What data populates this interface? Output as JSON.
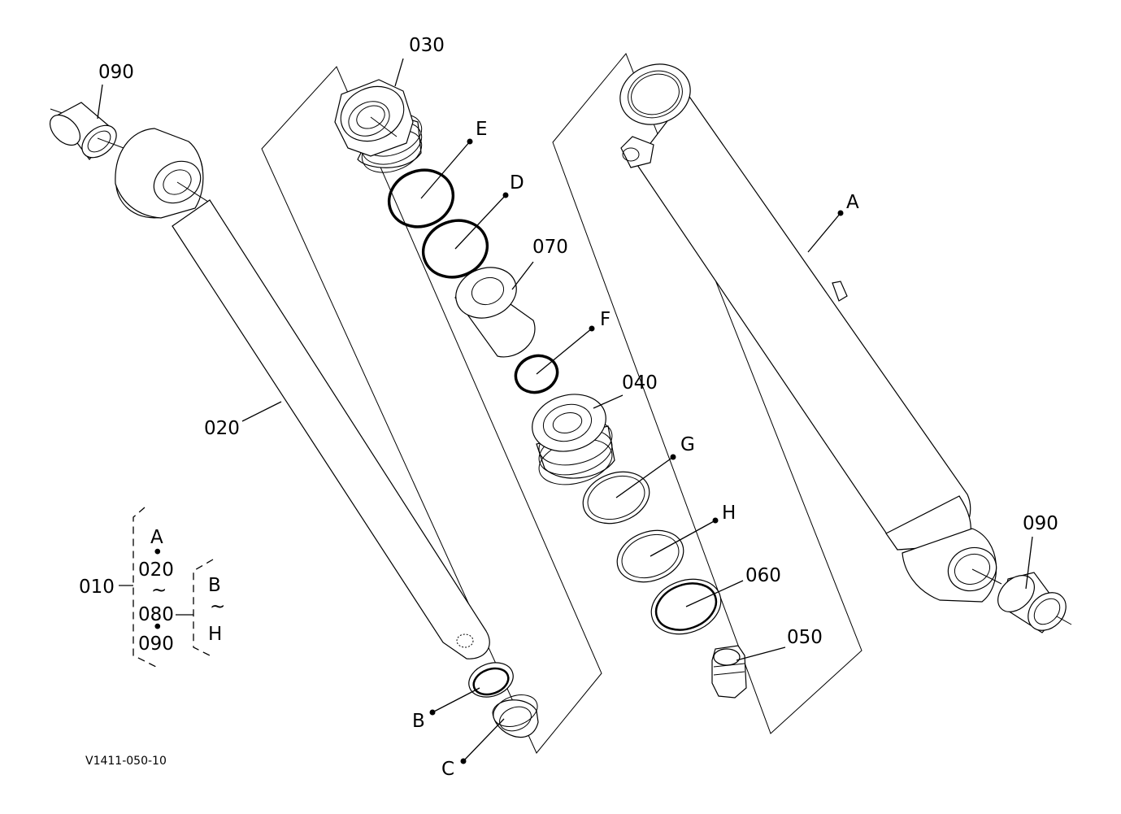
{
  "part_labels": {
    "p090_left": "090",
    "p030": "030",
    "pE": "E",
    "pD": "D",
    "p070": "070",
    "pF": "F",
    "pA": "A",
    "p040": "040",
    "pG": "G",
    "pH": "H",
    "p060": "060",
    "p050": "050",
    "p090_right": "090",
    "p020": "020",
    "pB": "B",
    "pC": "C"
  },
  "assembly_key": {
    "assembly": "010",
    "items": [
      "A",
      "•",
      "020",
      "~",
      "080",
      "•",
      "090"
    ],
    "sub_items": [
      "B",
      "~",
      "H"
    ]
  },
  "drawing_code": "V1411-050-10"
}
